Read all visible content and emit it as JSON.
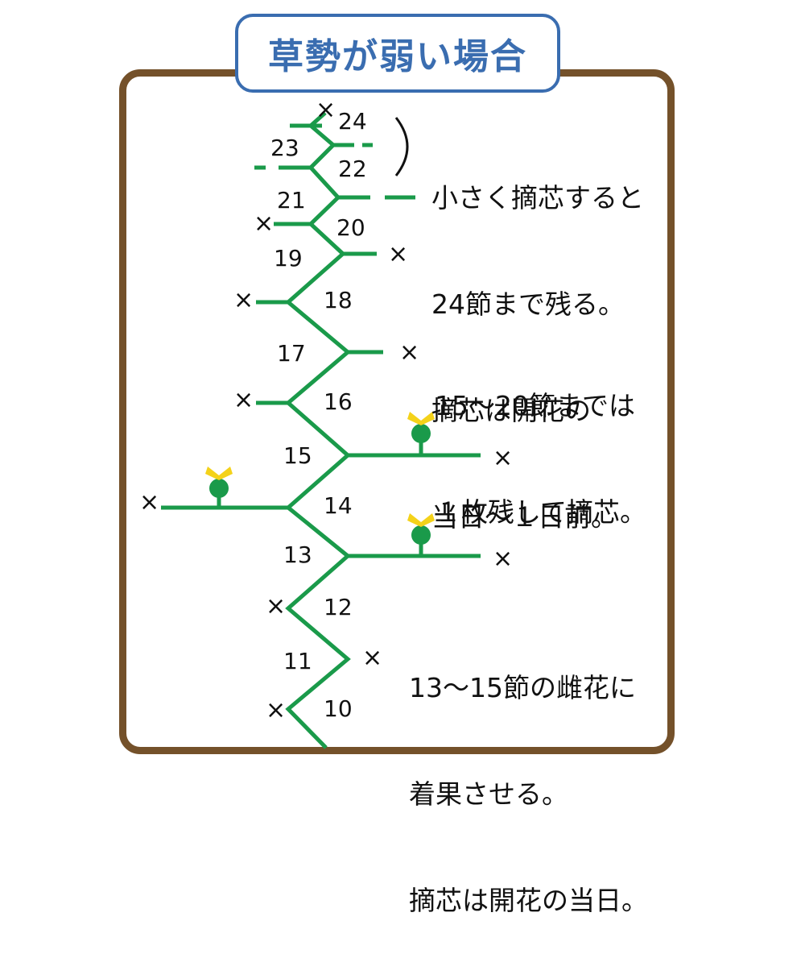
{
  "title": "草勢が弱い場合",
  "colors": {
    "frame": "#74512a",
    "title": "#3a6db0",
    "stem": "#1a9a4a",
    "flower": "#f4d21a",
    "text": "#111111"
  },
  "node_labels": [
    "24",
    "23",
    "22",
    "21",
    "20",
    "19",
    "18",
    "17",
    "16",
    "15",
    "14",
    "13",
    "12",
    "11",
    "10"
  ],
  "pinch_mark": "×",
  "notes": {
    "top": [
      "小さく摘芯すると",
      "24節まで残る。",
      "摘芯は開花の",
      "当日〜１日前。"
    ],
    "middle": [
      "15〜20節までは",
      "１枚残して摘芯。"
    ],
    "bottom": [
      "13〜15節の雌花に",
      "着果させる。",
      "摘芯は開花の当日。"
    ]
  }
}
